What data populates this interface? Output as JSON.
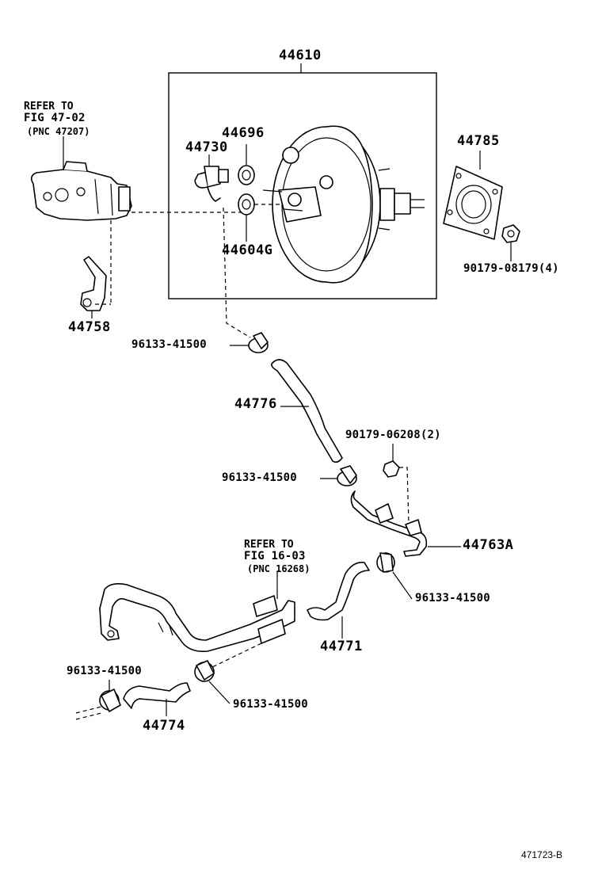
{
  "labels": {
    "p44610": "44610",
    "refer1_line1": "REFER TO",
    "refer1_line2": "FIG 47-02",
    "refer1_line3": "(PNC 47207)",
    "p44696": "44696",
    "p44730": "44730",
    "p44785": "44785",
    "p44604g": "44604G",
    "p90179_08179": "90179-08179(4)",
    "p44758": "44758",
    "clamp_a": "96133-41500",
    "p44776": "44776",
    "p90179_06208": "90179-06208(2)",
    "clamp_b": "96133-41500",
    "p44763a": "44763A",
    "refer2_line1": "REFER TO",
    "refer2_line2": "FIG 16-03",
    "refer2_line3": "(PNC 16268)",
    "clamp_c": "96133-41500",
    "p44771": "44771",
    "clamp_d": "96133-41500",
    "p44774": "44774",
    "clamp_e": "96133-41500",
    "figure_id": "471723-B"
  }
}
